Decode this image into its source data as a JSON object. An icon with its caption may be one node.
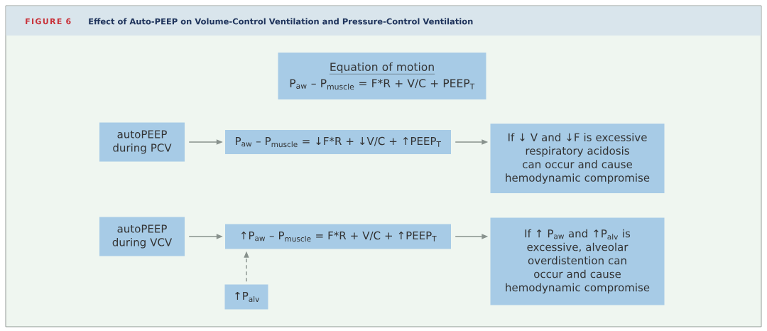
{
  "diagram": {
    "title": "Effect of Auto-PEEP on Volume-Control Ventilation and Pressure-Control Ventilation",
    "nodes": [
      {
        "text": [
          "Equation of motion",
          "P$_{aw}$ – P$_{muscle}$ = F*R + V/C + PEEP$_{T}$"
        ]
      },
      {
        "text": [
          "autoPEEP during PCV"
        ]
      },
      {
        "text": [
          "P$_{aw}$ – P$_{muscle}$ = ↓F*R + ↓V/C + ↑PEEP$_{T}$"
        ]
      },
      {
        "text": [
          "If ↓ V and ↓F is excessive respiratory acidosis can occur and cause hemodynamic compromise"
        ]
      },
      {
        "text": [
          "autoPEEP during VCV"
        ]
      },
      {
        "text": [
          "↑P$_{aw}$ – P$_{muscle}$ = F*R + V/C + ↑PEEP$_{T}$"
        ]
      },
      {
        "text": [
          "If ↑ P$_{aw}$ and ↑P$_{alv}$ is excessive, alveolar overdistention can occur and cause hemodynamic compromise"
        ]
      },
      {
        "text": [
          "↑P$_{alv}$"
        ]
      }
    ],
    "edges": [
      {
        "from": 1,
        "to": 2,
        "arrow": "to"
      },
      {
        "from": 2,
        "to": 3,
        "arrow": "to"
      },
      {
        "from": 4,
        "to": 5,
        "arrow": "to"
      },
      {
        "from": 5,
        "to": 6,
        "arrow": "to"
      },
      {
        "from": 7,
        "to": 5,
        "arrow": "to",
        "style": "dashed"
      }
    ],
    "labels": [
      "FIGURE 6"
    ]
  }
}
